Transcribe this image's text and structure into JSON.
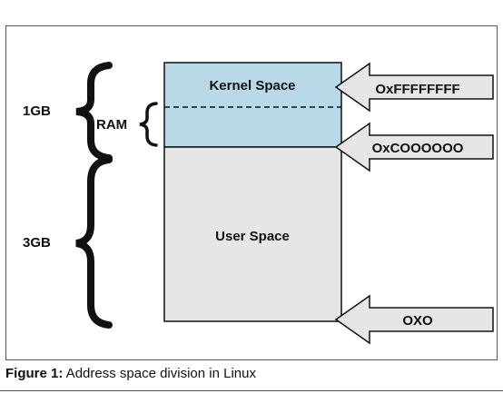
{
  "colors": {
    "kernel_fill": "#b9d9e8",
    "user_fill": "#e6e6e6",
    "arrow_fill": "#e6e6e6",
    "border": "#111111",
    "frame": "#555555"
  },
  "left_labels": {
    "kernel_size": "1GB",
    "ram": "RAM",
    "user_size": "3GB"
  },
  "regions": {
    "kernel": "Kernel Space",
    "user": "User Space"
  },
  "arrows": {
    "top": "OxFFFFFFFF",
    "middle": "OxCOOOOOO",
    "bottom": "OXO"
  },
  "caption": {
    "prefix": "Figure 1:",
    "text": " Address space division in Linux"
  }
}
